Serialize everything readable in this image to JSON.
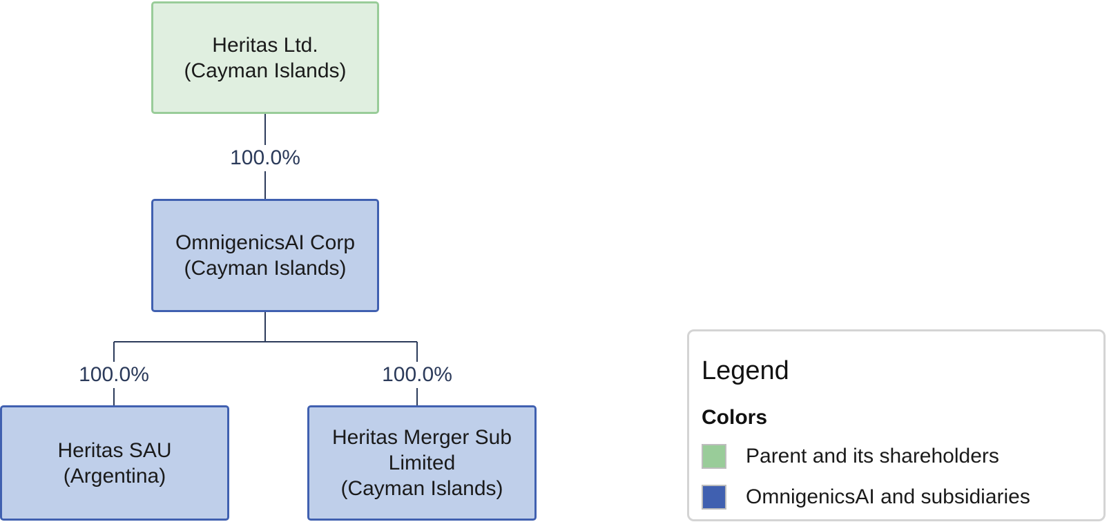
{
  "nodes": {
    "heritas_ltd": {
      "name": "Heritas Ltd.",
      "jurisdiction": "(Cayman Islands)"
    },
    "omnigenics": {
      "name": "OmnigenicsAI Corp",
      "jurisdiction": "(Cayman Islands)"
    },
    "heritas_sau": {
      "name": "Heritas SAU",
      "jurisdiction": "(Argentina)"
    },
    "merger_sub": {
      "name_line1": "Heritas Merger Sub",
      "name_line2": "Limited",
      "jurisdiction": "(Cayman Islands)"
    }
  },
  "ownership": {
    "heritas_ltd_to_omnigenics": "100.0%",
    "omnigenics_to_heritas_sau": "100.0%",
    "omnigenics_to_merger_sub": "100.0%"
  },
  "legend": {
    "title": "Legend",
    "section": "Colors",
    "items": [
      {
        "label": "Parent and its shareholders",
        "color": "#99cc99"
      },
      {
        "label": "OmnigenicsAI and subsidiaries",
        "color": "#4060b0"
      }
    ]
  },
  "colors": {
    "parent_fill": "#e0efe0",
    "parent_border": "#99cc99",
    "sub_fill": "#bfcfea",
    "sub_border": "#4060b0",
    "line": "#2b3a5a"
  }
}
